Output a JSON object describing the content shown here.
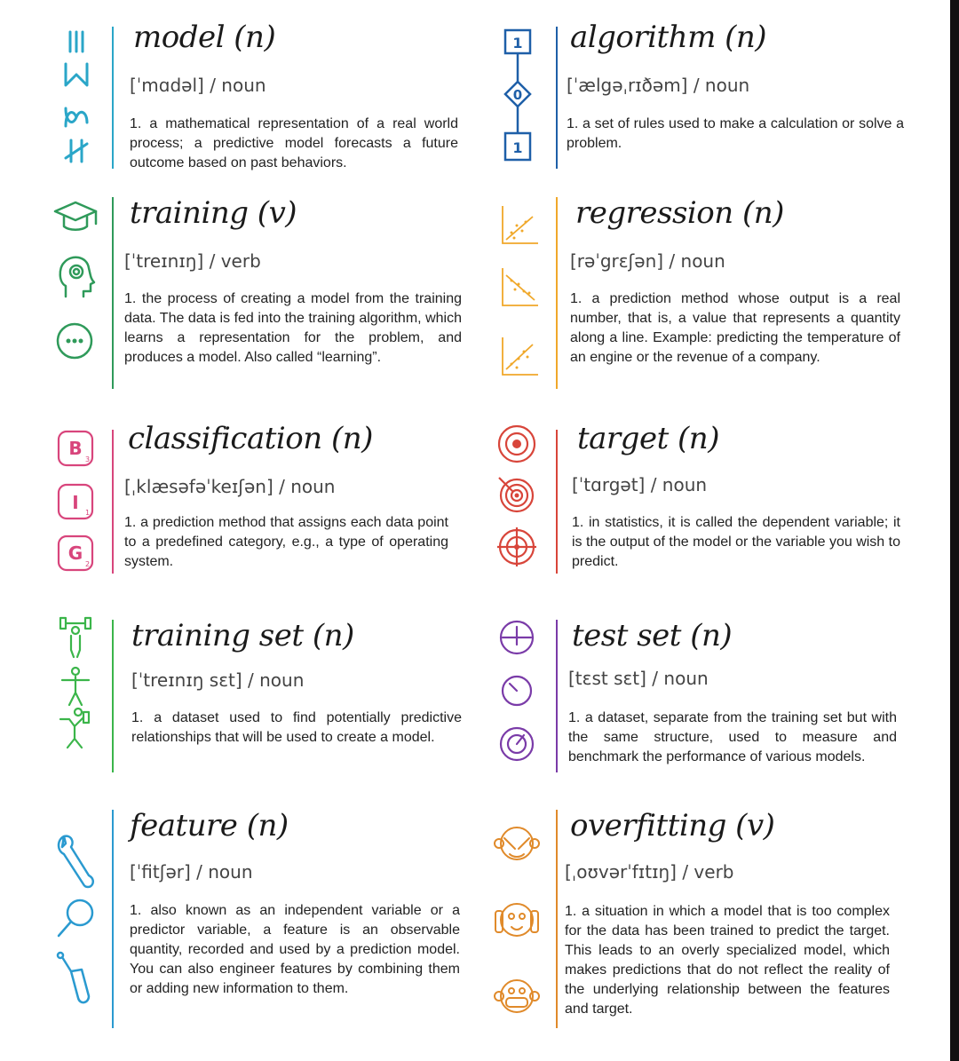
{
  "colors": {
    "model": "#2aa6c8",
    "algorithm": "#1e5fa8",
    "training": "#2f9a5a",
    "regression": "#f0a82a",
    "classification": "#d8457c",
    "target": "#d8453a",
    "training_set": "#3bb54a",
    "test_set": "#7a3ba8",
    "feature": "#2a9ad0",
    "overfitting": "#e08a2a"
  },
  "entries": {
    "model": {
      "term": "model (n)",
      "pron": "[ˈmɑdəl]  /  noun",
      "def": "1. a mathematical representation of a real world process; a predictive model forecasts a future outcome based on past behaviors.",
      "icons": [
        "equals-icon",
        "sigma-icon",
        "proportional-icon",
        "not-equal-icon"
      ]
    },
    "algorithm": {
      "term": "algorithm (n)",
      "pron": "[ˈælgəˌrɪðəm]  /  noun",
      "def": "1. a set of rules used to make a calculation or solve a problem.",
      "box_top": "1",
      "box_mid": "0",
      "box_bottom": "1",
      "icons": [
        "flowchart-icon"
      ]
    },
    "training": {
      "term": "training (v)",
      "pron": "[ˈtreɪnɪŋ]  /  verb",
      "def": "1. the process of creating a model from the training data. The data is fed into the training algorithm, which learns a representation for the problem, and produces a model. Also called “learning”.",
      "icons": [
        "graduation-cap-icon",
        "head-gear-icon",
        "chat-bubble-icon"
      ]
    },
    "regression": {
      "term": "regression (n)",
      "pron": "[rəˈgrɛʃən]  /  noun",
      "def": "1. a prediction method whose output is a real number, that is, a value that represents a quantity along a line. Example: predicting the temperature of an engine or the revenue of a company.",
      "icons": [
        "scatter-up-icon",
        "scatter-down-icon",
        "scatter-line-icon"
      ]
    },
    "classification": {
      "term": "classification (n)",
      "pron": "[ˌklæsəfəˈkeɪʃən]  /  noun",
      "def": "1. a prediction method that assigns each data point to a predefined category, e.g., a type of operating system.",
      "tile_b": "B",
      "tile_b_sub": "3",
      "tile_i": "I",
      "tile_i_sub": "1",
      "tile_g": "G",
      "tile_g_sub": "2",
      "icons": [
        "letter-tile-b-icon",
        "letter-tile-i-icon",
        "letter-tile-g-icon"
      ]
    },
    "target": {
      "term": "target (n)",
      "pron": "[ˈtɑrgət]  /  noun",
      "def": "1. in statistics, it is called the dependent variable; it is the output of the model or the variable you wish to predict.",
      "icons": [
        "bullseye-icon",
        "target-arrow-icon",
        "crosshair-icon"
      ]
    },
    "training_set": {
      "term": "training set (n)",
      "pron": "[ˈtreɪnɪŋ sɛt]  /  noun",
      "def": "1. a dataset used to find potentially predictive relationships that will be used to create a model.",
      "icons": [
        "weightlifter-icon",
        "stretching-person-icon",
        "exercising-person-icon"
      ]
    },
    "test_set": {
      "term": "test set (n)",
      "pron": "[tɛst sɛt]  /  noun",
      "def": "1. a dataset, separate from the training set but with the same structure, used to measure and benchmark the performance of various models.",
      "icons": [
        "gauge-icon",
        "stopwatch-icon",
        "speedometer-icon"
      ]
    },
    "feature": {
      "term": "feature (n)",
      "pron": "[ˈfitʃər]  /  noun",
      "def": "1. also known as an independent variable or a predictor variable, a feature is an observable quantity, recorded and used by a prediction model. You can also engineer features by combining them or adding new information to them.",
      "icons": [
        "wrench-icon",
        "magnifier-icon",
        "screwdriver-icon"
      ]
    },
    "overfitting": {
      "term": "overfitting (v)",
      "pron": "[ˌoʊvərˈfɪtɪŋ]  /  verb",
      "def": "1. a situation in which a model that is too complex for the data has been trained to predict the target. This leads to an overly specialized model, which makes predictions that do not reflect the reality of the underlying relationship between the features and target.",
      "icons": [
        "see-no-evil-monkey-icon",
        "hear-no-evil-monkey-icon",
        "speak-no-evil-monkey-icon"
      ]
    }
  }
}
